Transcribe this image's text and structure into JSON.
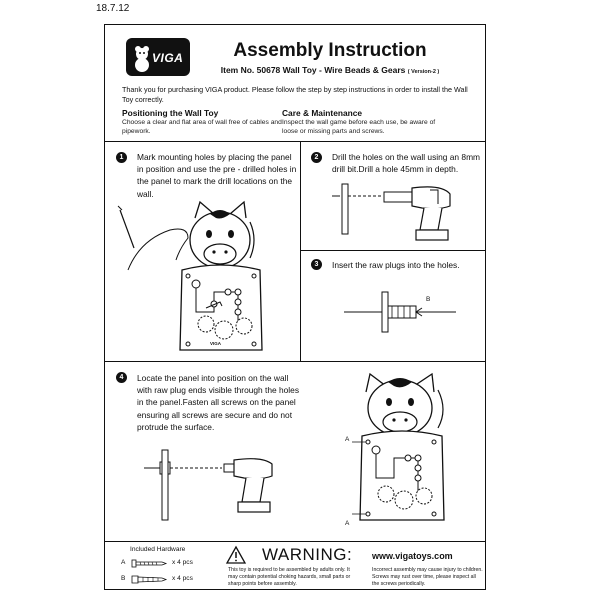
{
  "date": "18.7.12",
  "brand": "VIGA",
  "title": "Assembly Instruction",
  "item_line": "Item No. 50678   Wall Toy - Wire Beads & Gears",
  "version": "( Version-2 )",
  "intro": "Thank you for purchasing VIGA product. Please follow the step by step instructions in order to install the Wall Toy correctly.",
  "positioning": {
    "heading": "Positioning the Wall Toy",
    "text": "Choose a clear and flat area of wall free of cables and pipework."
  },
  "care": {
    "heading": "Care & Maintenance",
    "text": "Inspect the wall game before each use, be aware of loose or missing parts and screws."
  },
  "steps": [
    {
      "num": "1",
      "text": "Mark mounting holes by placing the panel in position and use the pre - drilled holes in the panel to mark the drill locations on the wall."
    },
    {
      "num": "2",
      "text": "Drill the holes on the wall using an 8mm drill bit.Drill a hole 45mm in depth."
    },
    {
      "num": "3",
      "text": "Insert the raw plugs into the holes."
    },
    {
      "num": "4",
      "text": "Locate the panel into position on the wall with raw plug ends visible through the holes in the panel.Fasten all screws on the panel ensuring all screws are secure and do not protrude the surface."
    }
  ],
  "labels": {
    "a": "A",
    "b": "B"
  },
  "hardware": {
    "title": "Included Hardware",
    "items": [
      {
        "label": "A",
        "qty": "x 4 pcs"
      },
      {
        "label": "B",
        "qty": "x 4 pcs"
      }
    ]
  },
  "warning": {
    "title": "WARNING:",
    "text": "This toy is required to be assembled by adults only. It may contain potential choking hazards, small parts or sharp points before assembly."
  },
  "website": {
    "url": "www.vigatoys.com",
    "text": "Incorrect assembly may cause injury to children. Screws may rust over time, please inspect all the screws periodically."
  },
  "panel_label": "VIGA"
}
